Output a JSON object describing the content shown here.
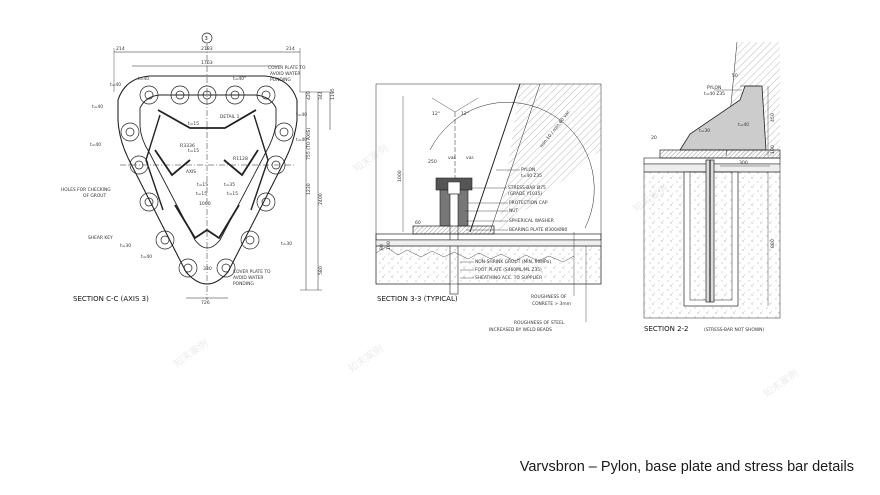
{
  "caption": "Varvsbron – Pylon, base plate and stress bar details",
  "section_cc": {
    "title": "SECTION C-C (AXIS 3)",
    "axis_bubble": "3",
    "labels": {
      "cover_top": "COVER PLATE TO\nAVOID WATER\nPONDING",
      "cover_bottom": "COVER PLATE TO\nAVOID WATER\nPONDING",
      "holes": "HOLES FOR CHECKING\nOF GROUT",
      "shear_key": "SHEAR KEY",
      "detail": "DETAIL 1",
      "axis": "AXIS",
      "axis_b": "AXIS"
    },
    "dims": {
      "d214l": "214",
      "d2183": "2183",
      "d214r": "214",
      "d1763": "1763",
      "d420": "420",
      "d344": "344",
      "d1195": "1195",
      "d755": "755 (TO AXIS)",
      "d1230": "1230",
      "d2400": "2400",
      "d580": "580",
      "d726": "726",
      "r3336": "R3336",
      "r1128": "R1128",
      "d330": "330",
      "d1000": "1000"
    },
    "thk": [
      "t=40",
      "t=40°",
      "t=40",
      "t=40",
      "t=40",
      "t=15",
      "t=15",
      "t=15",
      "t=15",
      "t=30",
      "t=30",
      "t=40",
      "t=40",
      "t=40",
      "t=35",
      "t=15"
    ]
  },
  "section_33": {
    "title": "SECTION 3-3 (TYPICAL)",
    "labels": {
      "pylon": "PYLON",
      "pylon_spec": "t=40 Z35",
      "stress_bar": "STRESS-BAR Ø75",
      "stress_grade": "(GRADE Y1035)",
      "cap": "PROTECTION CAP",
      "nut": "NUT",
      "washer": "SPHERICAL WASHER",
      "bearing": "BEARING PLATE Ø300/Ø80",
      "grout": "NON-SHRINK GROUT (MIN. 60MPa)",
      "foot": "FOOT PLATE (S460ML/ML Z35)",
      "sheathing": "SHEATHING ACC. TO SUPPLIER",
      "rough_concrete": "ROUGHNESS OF\nCONRETE > 3mm",
      "rough_steel": "ROUGHNESS OF STEEL\nINCREASED BY WELD BEADS"
    },
    "dims": {
      "a12l": "12°",
      "a12r": "12°",
      "d250": "250",
      "var1": "var.",
      "var2": "var.",
      "d1000": "1000",
      "d60": "60",
      "d30": "30",
      "d80": "80",
      "d100": "100",
      "minvar": "min.10 / min.60 var."
    }
  },
  "section_22": {
    "title": "SECTION 2-2",
    "subtitle": "(STRESS-BAR NOT SHOWN)",
    "labels": {
      "pylon": "PYLON",
      "pylon_spec": "t=40 Z35",
      "t30": "t=30",
      "t40": "t=40",
      "d50": "50",
      "d20": "20",
      "d300": "300",
      "d450": "450",
      "d880": "880",
      "d100": "100"
    }
  },
  "watermark": "知末案例"
}
